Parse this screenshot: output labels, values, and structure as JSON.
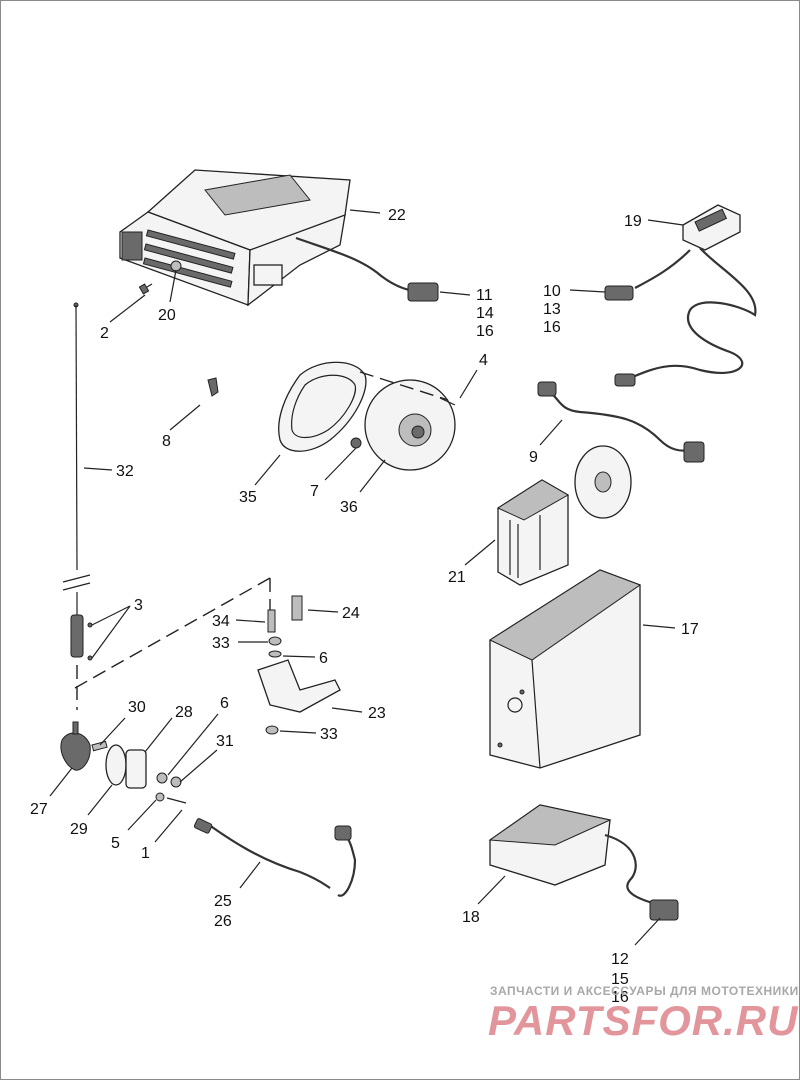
{
  "callouts": {
    "c1": "1",
    "c2": "2",
    "c3": "3",
    "c4": "4",
    "c5": "5",
    "c6a": "6",
    "c6b": "6",
    "c7": "7",
    "c8": "8",
    "c9": "9",
    "c10": "10",
    "c11": "11",
    "c12": "12",
    "c13": "13",
    "c14": "14",
    "c15": "15",
    "c16a": "16",
    "c16b": "16",
    "c16c": "16",
    "c17": "17",
    "c18": "18",
    "c19": "19",
    "c20": "20",
    "c21": "21",
    "c22": "22",
    "c23": "23",
    "c24": "24",
    "c25": "25",
    "c26": "26",
    "c27": "27",
    "c28": "28",
    "c29": "29",
    "c30": "30",
    "c31": "31",
    "c32": "32",
    "c33a": "33",
    "c33b": "33",
    "c34": "34",
    "c35": "35",
    "c36": "36"
  },
  "watermark": {
    "tagline": "ЗАПЧАСТИ И АКСЕССУАРЫ ДЛЯ МОТОТЕХНИКИ",
    "brand": "PARTSFOR.RU",
    "color": "#d9727a"
  }
}
